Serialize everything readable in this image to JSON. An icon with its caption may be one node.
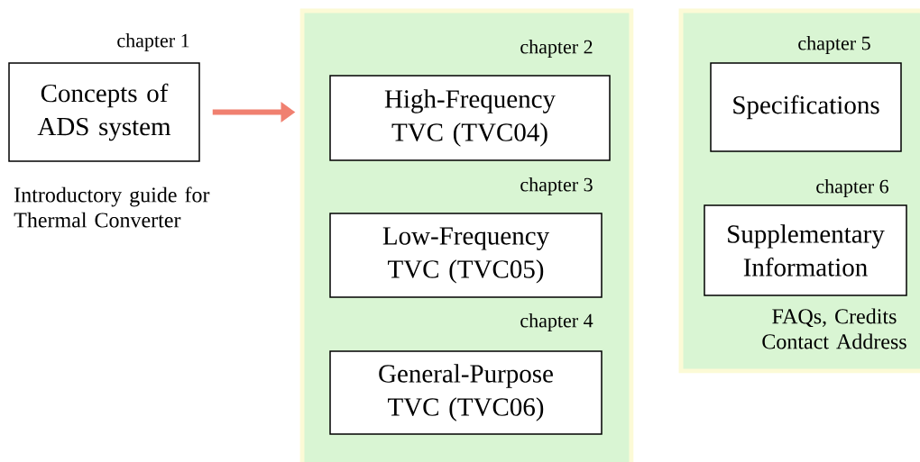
{
  "diagram": {
    "nodes": [
      {
        "text": [
          "chapter 1",
          "Concepts of ADS system"
        ],
        "beside": [
          "Introductory guide for Thermal Converter"
        ]
      },
      {
        "text": [],
        "shape": "box"
      },
      {
        "text": [
          "chapter 2",
          "High-Frequency TVC (TVC04)"
        ],
        "in": 1
      },
      {
        "text": [
          "chapter 3",
          "Low-Frequency TVC (TVC05)"
        ],
        "in": 1
      },
      {
        "text": [
          "chapter 4",
          "General-Purpose TVC (TVC06)"
        ],
        "in": 1
      },
      {
        "text": [],
        "shape": "box"
      },
      {
        "text": [
          "chapter 5",
          "Specifications"
        ],
        "in": 5
      },
      {
        "text": [
          "chapter 6",
          "Supplementary Information"
        ],
        "in": 5,
        "beside": [
          "FAQs, Credits Contact Address"
        ]
      }
    ],
    "edges": [
      {
        "from": 0,
        "to": 1,
        "arrow": "to",
        "color": "#f08070"
      }
    ]
  }
}
